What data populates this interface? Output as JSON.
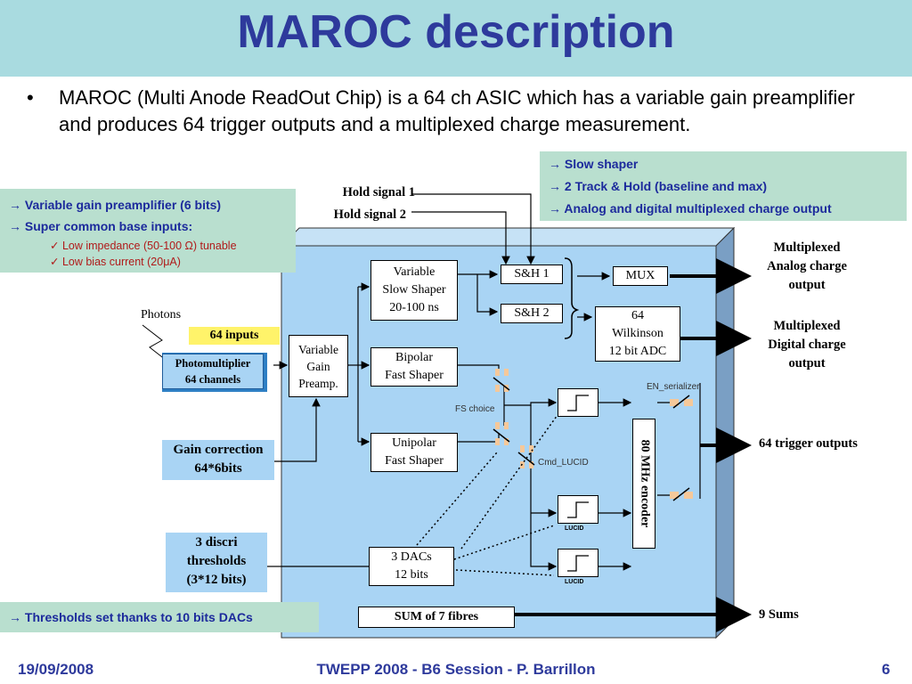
{
  "title": "MAROC description",
  "bullet": {
    "marker": "•",
    "text": "MAROC (Multi Anode ReadOut Chip) is a 64 ch ASIC which has a variable gain preamplifier and produces 64 trigger outputs and a multiplexed charge measurement."
  },
  "note_right": [
    "→ Slow shaper",
    "→ 2 Track & Hold (baseline and max)",
    "→ Analog and digital multiplexed charge output"
  ],
  "note_left": {
    "items": [
      "→  Variable gain preamplifier (6 bits)",
      "→  Super common base inputs:"
    ],
    "subitems": [
      "✓  Low impedance (50-100 Ω) tunable",
      "✓  Low bias current (20μA)"
    ]
  },
  "note_bottom": "→ Thresholds set thanks to 10 bits DACs",
  "diagram": {
    "hold1": "Hold signal 1",
    "hold2": "Hold signal 2",
    "photons": "Photons",
    "inputs": "64 inputs",
    "pmt": [
      "Photomultiplier",
      "64 channels"
    ],
    "preamp": [
      "Variable",
      "Gain",
      "Preamp."
    ],
    "slow_shaper": [
      "Variable",
      "Slow Shaper",
      "20-100 ns"
    ],
    "bipolar": [
      "Bipolar",
      "Fast Shaper"
    ],
    "unipolar": [
      "Unipolar",
      "Fast Shaper"
    ],
    "sh1": "S&H 1",
    "sh2": "S&H 2",
    "mux": "MUX",
    "adc": [
      "64",
      "Wilkinson",
      "12 bit ADC"
    ],
    "encoder": "80 MHz encoder",
    "dacs": [
      "3 DACs",
      "12 bits"
    ],
    "sum": "SUM of 7 fibres",
    "fs_choice": "FS choice",
    "cmd_lucid": "Cmd_LUCID",
    "en_serializer": "EN_serializer",
    "lucid": "LUCID",
    "gain_correction": [
      "Gain correction",
      "64*6bits"
    ],
    "discri": [
      "3 discri",
      "thresholds",
      "(3*12 bits)"
    ],
    "out_analog": [
      "Multiplexed",
      "Analog charge",
      "output"
    ],
    "out_digital": [
      "Multiplexed",
      "Digital charge",
      "output"
    ],
    "out_trigger": "64 trigger outputs",
    "out_sums": "9 Sums"
  },
  "footer": {
    "date": "19/09/2008",
    "center": "TWEPP 2008 - B6 Session - P. Barrillon",
    "page": "6"
  },
  "colors": {
    "title": "#2e3a9c",
    "chip": "#a9d4f4",
    "note_bg": "#b9dfcf",
    "switch": "#f5c89a"
  }
}
